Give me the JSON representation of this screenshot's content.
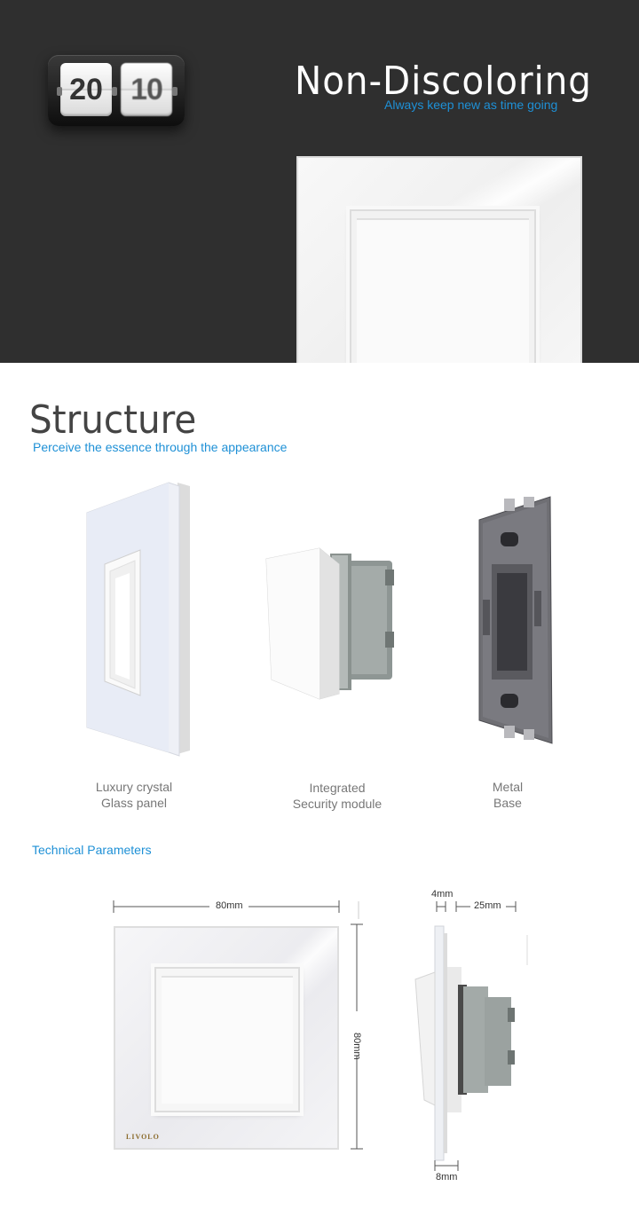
{
  "hero": {
    "flip_clock": {
      "left_digits": "20",
      "right_digits": "10"
    },
    "title": "Non-Discoloring",
    "subtitle": "Always keep new as time going"
  },
  "structure": {
    "title": "Structure",
    "subtitle": "Perceive the essence  through the appearance",
    "components": [
      {
        "line1": "Luxury crystal",
        "line2": "Glass panel"
      },
      {
        "line1": "Integrated",
        "line2": "Security module"
      },
      {
        "line1": "Metal",
        "line2": "Base"
      }
    ]
  },
  "technical": {
    "title": "Technical Parameters",
    "width_label": "80mm",
    "height_label": "80mm",
    "depth_front_label": "4mm",
    "depth_back_label": "25mm",
    "bottom_label": "8mm",
    "brand": "LIVOLO"
  },
  "colors": {
    "accent": "#1e90d6",
    "hero_bg": "#2f2f2f",
    "module_gray": "#9aa2a0",
    "base_gray": "#6e6e72"
  }
}
